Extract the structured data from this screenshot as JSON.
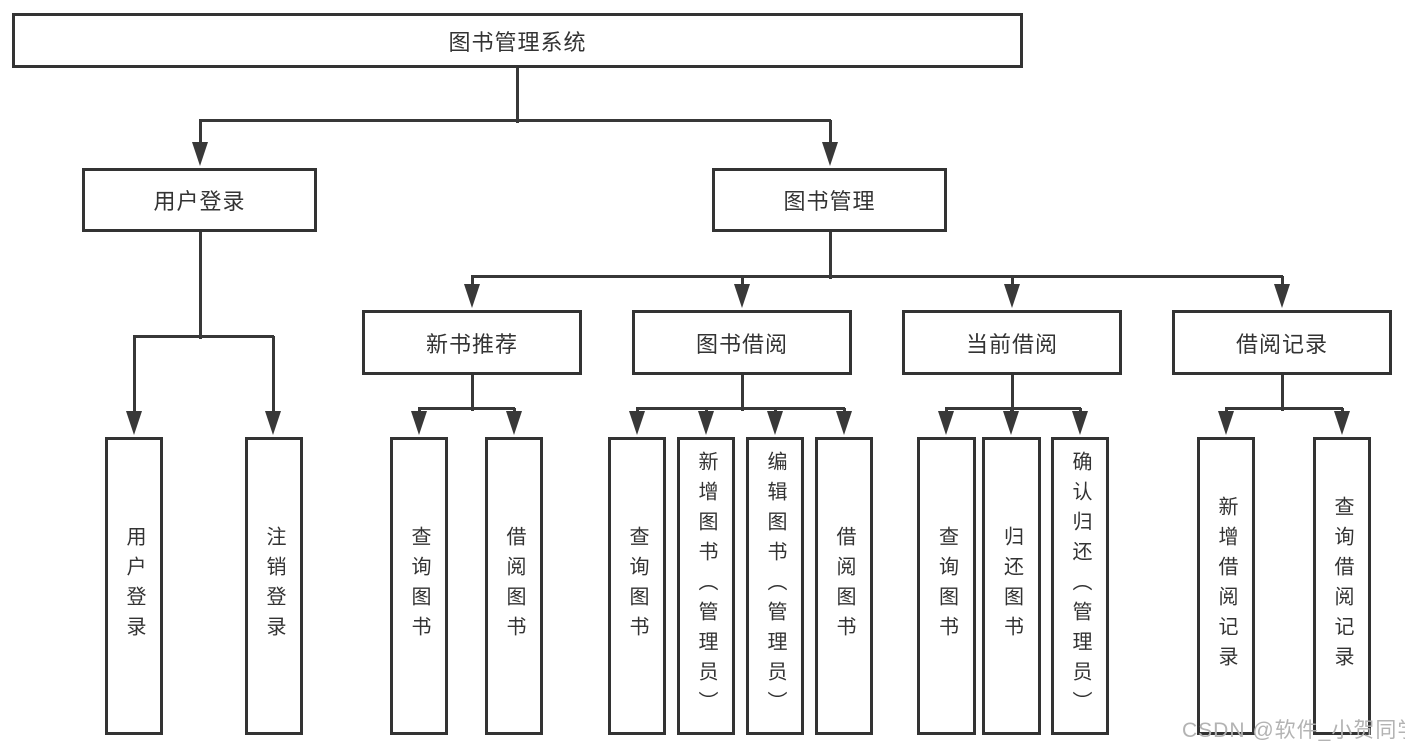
{
  "diagram": {
    "root": {
      "label": "图书管理系统"
    },
    "level2": [
      {
        "id": "user-login",
        "label": "用户登录"
      },
      {
        "id": "book-management",
        "label": "图书管理"
      }
    ],
    "level3": [
      {
        "id": "new-book-recommend",
        "label": "新书推荐",
        "parent": "book-management"
      },
      {
        "id": "book-borrow",
        "label": "图书借阅",
        "parent": "book-management"
      },
      {
        "id": "current-borrow",
        "label": "当前借阅",
        "parent": "book-management"
      },
      {
        "id": "borrow-records",
        "label": "借阅记录",
        "parent": "book-management"
      }
    ],
    "leaves": {
      "user_login": [
        "用户登录",
        "注销登录"
      ],
      "new_book_recommend": [
        "查询图书",
        "借阅图书"
      ],
      "book_borrow": [
        "查询图书",
        "新增图书（管理员）",
        "编辑图书（管理员）",
        "借阅图书"
      ],
      "current_borrow": [
        "查询图书",
        "归还图书",
        "确认归还（管理员）"
      ],
      "borrow_records": [
        "新增借阅记录",
        "查询借阅记录"
      ]
    }
  },
  "watermark": "CSDN @软件_小贺同学",
  "colors": {
    "line": "#383838",
    "box_border": "#333333",
    "text": "#333333",
    "background": "#ffffff",
    "watermark": "#b3b3b3"
  }
}
